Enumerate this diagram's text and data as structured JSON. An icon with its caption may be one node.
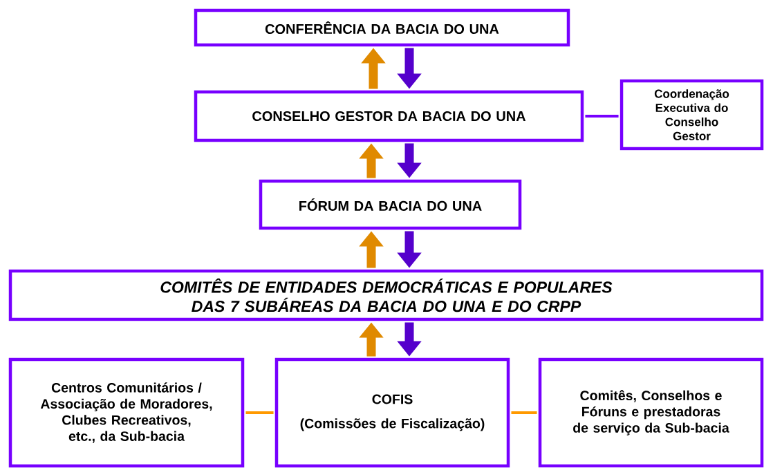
{
  "diagram": {
    "nodes": [
      {
        "text": [
          "CONFERÊNCIA DA BACIA DO UNA"
        ]
      },
      {
        "text": [
          "CONSELHO GESTOR DA BACIA DO UNA"
        ]
      },
      {
        "text": [
          "Coordenação Executiva do Conselho Gestor"
        ]
      },
      {
        "text": [
          "FÓRUM DA BACIA DO UNA"
        ]
      },
      {
        "text": [
          "COMITÊS DE ENTIDADES DEMOCRÁTICAS E POPULARES DAS 7 SUBÁREAS DA BACIA DO UNA E DO CRPP"
        ]
      },
      {
        "text": [
          "Centros Comunitários / Associação de Moradores, Clubes Recreativos, etc., da Sub-bacia"
        ]
      },
      {
        "text": [
          "COFIS",
          "(Comissões de Fiscalização)"
        ]
      },
      {
        "text": [
          "Comitês, Conselhos e Fóruns  e prestadoras de serviço da Sub-bacia"
        ]
      }
    ],
    "edges": [
      {
        "from": 1,
        "to": 0,
        "arrow": "to",
        "color": "#e08a00"
      },
      {
        "from": 0,
        "to": 1,
        "arrow": "to",
        "color": "#5500cc"
      },
      {
        "from": 3,
        "to": 1,
        "arrow": "to",
        "color": "#e08a00"
      },
      {
        "from": 1,
        "to": 3,
        "arrow": "to",
        "color": "#5500cc"
      },
      {
        "from": 4,
        "to": 3,
        "arrow": "to",
        "color": "#e08a00"
      },
      {
        "from": 3,
        "to": 4,
        "arrow": "to",
        "color": "#5500cc"
      },
      {
        "from": 6,
        "to": 4,
        "arrow": "to",
        "color": "#e08a00"
      },
      {
        "from": 4,
        "to": 6,
        "arrow": "to",
        "color": "#5500cc"
      },
      {
        "from": 1,
        "to": 2,
        "arrow": "none",
        "color": "#7700ff"
      },
      {
        "from": 5,
        "to": 6,
        "arrow": "none",
        "color": "#ff9900"
      },
      {
        "from": 6,
        "to": 7,
        "arrow": "none",
        "color": "#ff9900"
      }
    ]
  }
}
